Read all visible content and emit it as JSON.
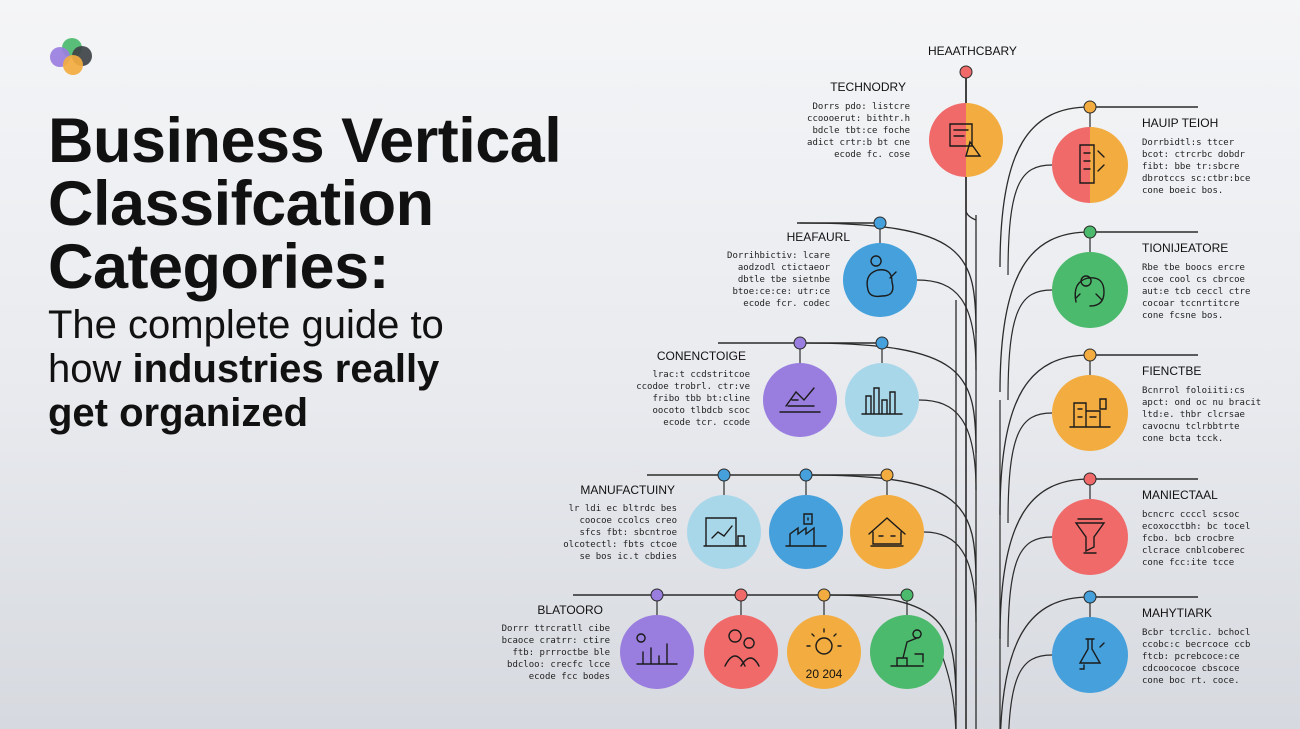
{
  "headline": {
    "line1": "Business Vertical",
    "line2": "Classifcation",
    "line3": "Categories:",
    "sub1": "The complete guide to",
    "sub2_plain": "how ",
    "sub2_bold": "industries really",
    "sub3_bold": "get organized"
  },
  "colors": {
    "red": "#f06a6a",
    "orange": "#f3ac3f",
    "blue": "#45a0db",
    "green": "#4cba6c",
    "purple": "#9a7edf",
    "light_blue": "#a9d7ea",
    "line": "#2b2b2b"
  },
  "top_label": "HEAATHCBARY",
  "left_groups": [
    {
      "id": "technology",
      "title": "TECHNODRY",
      "desc": [
        "Dorrs pdo: listcre",
        "ccoooerut: bithtr.h",
        "bdcle tbt:ce foche",
        "adict crtr:b bt cne",
        "ecode fc. cose"
      ],
      "nodes": [
        {
          "color": "red_orange",
          "icon": "document-tablet-icon"
        }
      ]
    },
    {
      "id": "healthcare",
      "title": "HEAFAURL",
      "desc": [
        "Dorrihbictiv: lcare",
        "aodzodl ctictaeor",
        "dbtle tbe sietnbe",
        "btoe:ce:ce: utr:ce",
        "ecode fcr. codec"
      ],
      "nodes": [
        {
          "color": "blue",
          "icon": "molecule-icon"
        }
      ]
    },
    {
      "id": "construction",
      "title": "CONENCTOIGE",
      "desc": [
        "lrac:t ccdstritcoe",
        "ccodoe trobrl. ctr:ve",
        "fribo tbb bt:cline",
        "oocoto tlbdcb scoc",
        "ecode tcr. ccode"
      ],
      "nodes": [
        {
          "color": "purple",
          "icon": "blueprint-icon"
        },
        {
          "color": "light_blue",
          "icon": "city-skyline-icon"
        }
      ]
    },
    {
      "id": "manufacturing",
      "title": "MANUFACTUINY",
      "desc": [
        "lr ldi ec bltrdc bes",
        "coocoe ccolcs creo",
        "sfcs fbt: sbcntroe",
        "olcotectl: fbts ctcoe",
        "se bos ic.t cbdies"
      ],
      "nodes": [
        {
          "color": "light_blue",
          "icon": "chart-machine-icon"
        },
        {
          "color": "blue",
          "icon": "factory-icon"
        },
        {
          "color": "orange",
          "icon": "house-icon"
        }
      ]
    },
    {
      "id": "retail",
      "title": "BLATOORO",
      "desc": [
        "Dorrr ttrcratll cibe",
        "bcaoce cratrr: ctire",
        "ftb: prrroctbe ble",
        "bdcloo: crecfc lcce",
        "ecode fcc bodes"
      ],
      "nodes": [
        {
          "color": "purple",
          "icon": "gauges-icon"
        },
        {
          "color": "red",
          "icon": "people-icon"
        },
        {
          "color": "orange",
          "icon": "calendar-sun-icon",
          "label": "20 204"
        },
        {
          "color": "green",
          "icon": "robot-arm-icon"
        }
      ]
    }
  ],
  "right_groups": [
    {
      "id": "health-tech",
      "title": "HAUIP TEIOH",
      "desc": [
        "Dorrbidtl:s ttcer",
        "bcot: ctrcrbc dobdr",
        "fibt: bbe tr:sbcre",
        "dbrotccs sc:ctbr:bce",
        "cone boeic bos."
      ],
      "color": "red_orange",
      "icon": "tablet-chart-icon"
    },
    {
      "id": "finance",
      "title": "TIONIJEATORE",
      "desc": [
        "Rbe tbe boocs ercre",
        "ccoe cool cs cbrcoe",
        "aut:e tcb ceccl ctre",
        "cocoar tccnrtitcre",
        "cone fcsne bos."
      ],
      "color": "green",
      "icon": "tree-network-icon"
    },
    {
      "id": "fintech",
      "title": "FIENCTBE",
      "desc": [
        "Bcnrrol foloiiti:cs",
        "apct: ond oc nu bracit",
        "ltd:e. thbr clcrsae",
        "cavocnu tclrbbtrte",
        "cone bcta tcck."
      ],
      "color": "orange",
      "icon": "building-icon"
    },
    {
      "id": "manufacturing-tech",
      "title": "MANIECTAAL",
      "desc": [
        "bcncrc ccccl scsoc",
        "ecoxocctbh: bc tocel",
        "fcbo. bcb crocbre",
        "clcrace cnblcoberec",
        "cone fcc:ite tcce"
      ],
      "color": "red",
      "icon": "funnel-icon"
    },
    {
      "id": "marketing",
      "title": "MAHYTIARK",
      "desc": [
        "Bcbr tcrclic. bchocl",
        "ccobc:c becrcoce ccb",
        "ftcb: pcrebcoce:ce",
        "cdcoococoe cbscoce",
        "cone boc rt. coce."
      ],
      "color": "blue",
      "icon": "flask-icon"
    }
  ]
}
